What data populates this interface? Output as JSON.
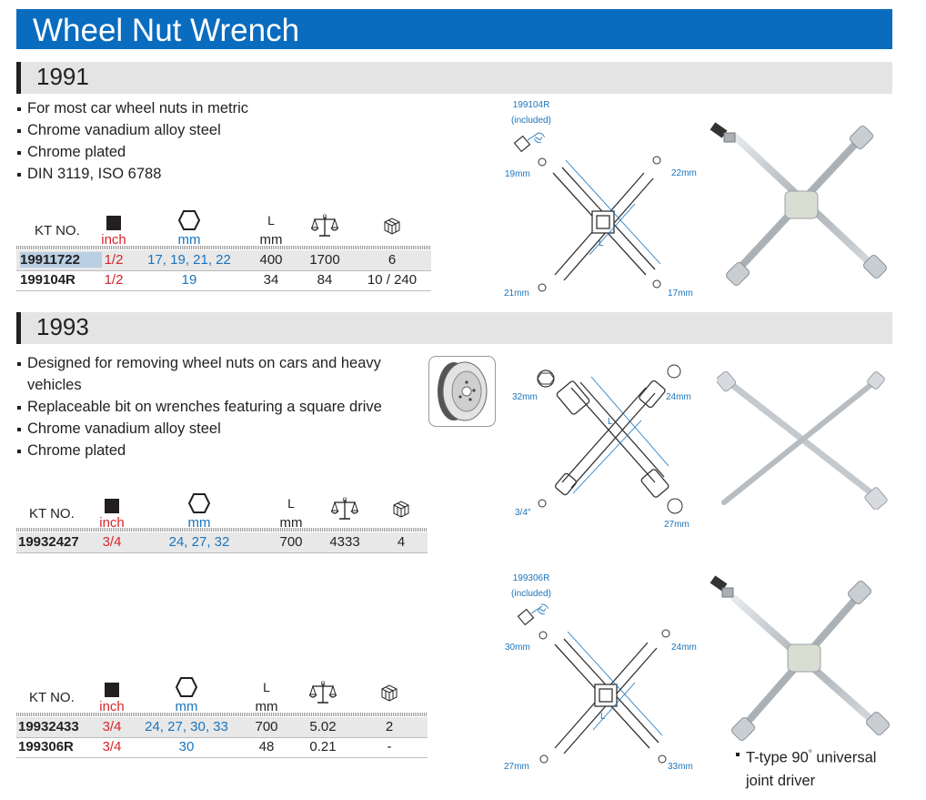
{
  "page_title": "Wheel Nut Wrench",
  "headers": {
    "kt": "KT NO.",
    "inch": "inch",
    "mm": "mm",
    "L": "L",
    "L_unit": "mm"
  },
  "icons": {
    "inch": "black-square-icon",
    "mm": "hexagon-nut-icon",
    "weight": "scale-weight-icon",
    "pack": "box-pack-icon"
  },
  "colors": {
    "title_bar": "#0a6cbf",
    "section_bar": "#e4e4e4",
    "red": "#d7262b",
    "blue": "#1a74bc"
  },
  "section_1991": {
    "title": "1991",
    "bullets": [
      "For most car wheel nuts in metric",
      "Chrome vanadium alloy steel",
      "Chrome plated",
      "DIN 3119, ISO 6788"
    ],
    "rows": [
      {
        "kt": "19911722",
        "inch": "1/2",
        "mm": "17, 19, 21, 22",
        "L": "400",
        "g": "1700",
        "pack": "6"
      },
      {
        "kt": "199104R",
        "inch": "1/2",
        "mm": "19",
        "L": "34",
        "g": "84",
        "pack": "10 / 240"
      }
    ],
    "diagram": {
      "part": "199104R",
      "part_note": "(included)",
      "L_label": "(L)",
      "L": "L",
      "top_left": "19mm",
      "top_right": "22mm",
      "bottom_left": "21mm",
      "bottom_right": "17mm"
    }
  },
  "section_1993": {
    "title": "1993",
    "bullets": [
      "Designed for removing wheel nuts on cars and heavy vehicles",
      "Replaceable bit on wrenches featuring a square drive",
      "Chrome vanadium alloy steel",
      "Chrome plated"
    ],
    "rows": [
      {
        "kt": "19932427",
        "inch": "3/4",
        "mm": "24, 27, 32",
        "L": "700",
        "g": "4333",
        "pack": "4"
      }
    ],
    "diagram": {
      "L": "L",
      "top_left": "32mm",
      "top_right": "24mm",
      "bottom_left": "3/4\"",
      "bottom_right": "27mm"
    }
  },
  "section_3": {
    "rows": [
      {
        "kt": "19932433",
        "inch": "3/4",
        "mm": "24, 27, 30, 33",
        "L": "700",
        "g": "5.02",
        "pack": "2"
      },
      {
        "kt": "199306R",
        "inch": "3/4",
        "mm": "30",
        "L": "48",
        "g": "0.21",
        "pack": "-"
      }
    ],
    "diagram": {
      "part": "199306R",
      "part_note": "(included)",
      "L_label": "(L)",
      "L": "L",
      "top_left": "30mm",
      "top_right": "24mm",
      "bottom_left": "27mm",
      "bottom_right": "33mm"
    },
    "note_line1": "T-type 90",
    "note_deg": "°",
    "note_line1_rest": " universal",
    "note_line2": "joint driver"
  }
}
